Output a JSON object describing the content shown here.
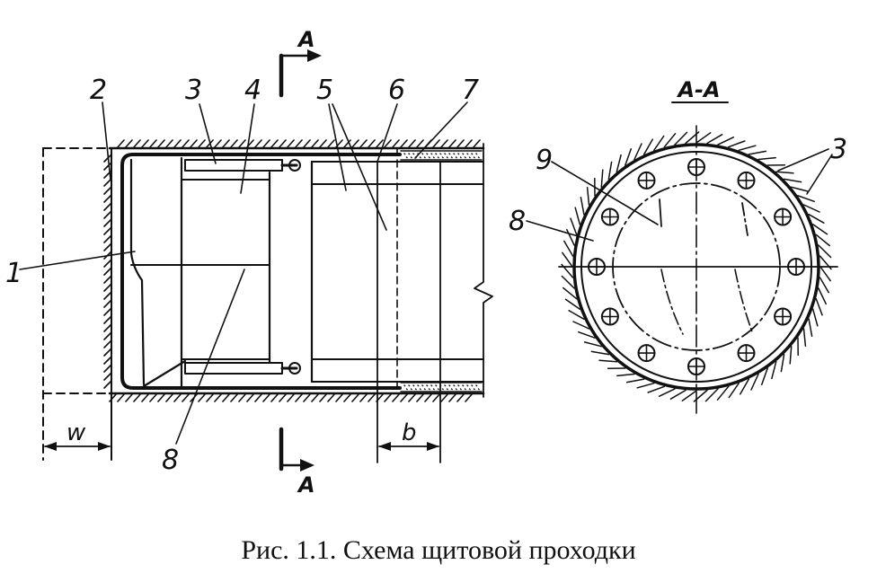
{
  "caption": "Рис. 1.1. Схема щитовой проходки",
  "longitudinal_section": {
    "section_mark_top": "A",
    "section_mark_bottom": "A",
    "callouts": {
      "c1": "1",
      "c2": "2",
      "c3": "3",
      "c4": "4",
      "c5": "5",
      "c6": "6",
      "c7": "7",
      "c8": "8"
    },
    "dim_w": "w",
    "dim_b": "b"
  },
  "cross_section": {
    "title": "A-A",
    "callouts": {
      "c9": "9",
      "c8": "8",
      "c3": "3"
    }
  }
}
